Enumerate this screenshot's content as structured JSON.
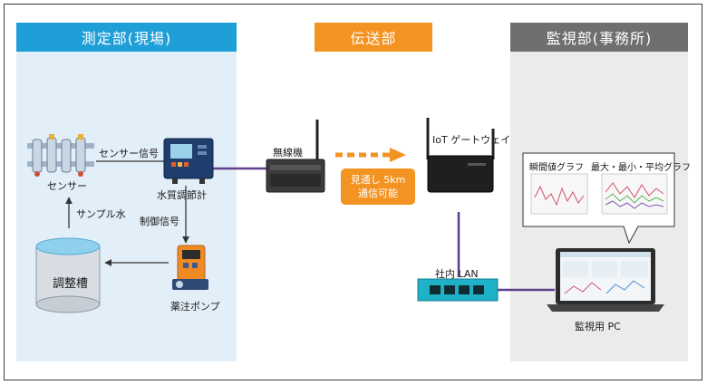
{
  "sections": {
    "measure": {
      "title": "測定部(現場)"
    },
    "transmit": {
      "title": "伝送部"
    },
    "monitor": {
      "title": "監視部(事務所)"
    }
  },
  "labels": {
    "sensor": "センサー",
    "sensor_signal": "センサー信号",
    "water_meter": "水質調節計",
    "control_signal": "制御信号",
    "sample_water": "サンプル水",
    "tank": "調整槽",
    "pump": "薬注ポンプ",
    "wireless": "無線機",
    "range_line1": "見通し 5km",
    "range_line2": "通信可能",
    "gateway": "IoT ゲートウェイ",
    "lan": "社内 LAN",
    "pc": "監視用 PC",
    "graph_instant": "瞬間値グラフ",
    "graph_stats": "最大・最小・平均グラフ"
  },
  "colors": {
    "measure_header": "#1e9fd8",
    "measure_bg": "#e3eff8",
    "transmit_header": "#f39322",
    "monitor_header": "#6f6f70",
    "monitor_bg": "#ebebeb",
    "connector": "#5e3f8c",
    "arrow_orange": "#f39322",
    "lan_switch": "#1fb1c7"
  }
}
